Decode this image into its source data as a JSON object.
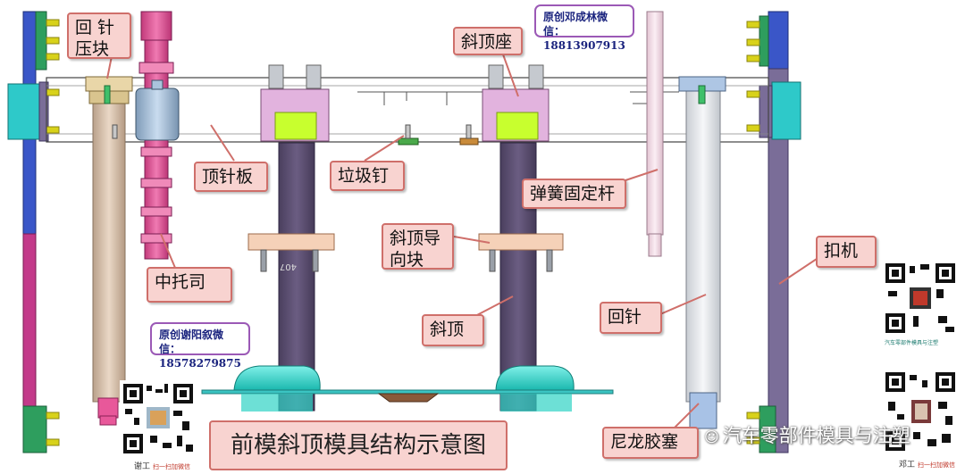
{
  "labels": {
    "return_pin_press_block": "回  针\n压块",
    "lifter_seat": "斜顶座",
    "ejector_plate": "顶针板",
    "stop_pin": "垃圾钉",
    "spring_rod": "弹簧固定杆",
    "middle_guide": "中托司",
    "lifter_guide_block": "斜顶导\n向块",
    "lifter": "斜顶",
    "return_pin": "回针",
    "latch": "扣机",
    "nylon_plug": "尼龙胶塞"
  },
  "wechat_top": {
    "line1": "原创邓成林微信：",
    "line2": "18813907913"
  },
  "wechat_left": {
    "line1": "原创谢阳叙微信：",
    "line2": "18578279875"
  },
  "title": "前模斜顶模具结构示意图",
  "qr_left_caption": "谢工",
  "qr_left_small": "扫一扫加微信",
  "qr_right_caption": "邓工",
  "qr_right_small": "扫一扫加微信",
  "qr_top_right_text": "汽车零部件模具与注塑",
  "watermark": "汽车零部件模具与注塑",
  "lifter_stamp": "407",
  "colors": {
    "callout_fill": "#f8d3d0",
    "callout_border": "#cf6f6a",
    "wechat_border": "#9b59b6",
    "lifter_body": "#5a4d6e",
    "lifter_seat": "#e2b3de",
    "lime": "#c8ff2e",
    "teal": "#27d3c7",
    "return_pin": "#d9c3ae",
    "pink_pin": "#e8589a",
    "latch": "#7a6d98",
    "blue_block": "#3a56c8",
    "green_block": "#2e9e5e"
  }
}
